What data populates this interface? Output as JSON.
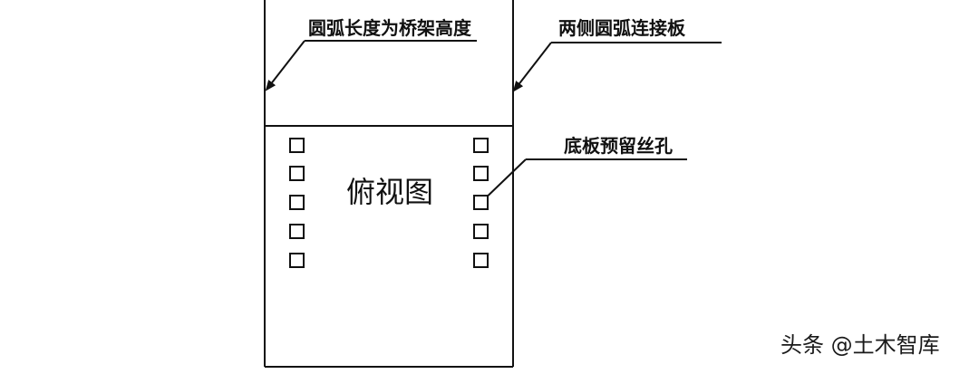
{
  "annotations": {
    "arc_length": "圆弧长度为桥架高度",
    "side_plates": "两侧圆弧连接板",
    "bottom_holes": "底板预留丝孔"
  },
  "view_label": "俯视图",
  "watermark": "头条 @土木智库",
  "colors": {
    "line": "#111111",
    "text": "#111111",
    "background": "#ffffff"
  }
}
